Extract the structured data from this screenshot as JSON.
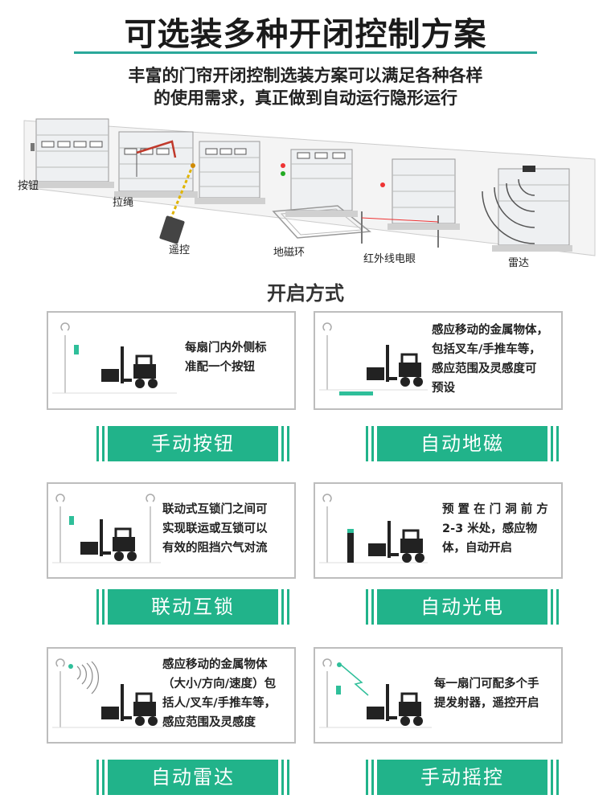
{
  "header": {
    "title": "可选装多种开闭控制方案",
    "subtitle_line1": "丰富的门帘开闭控制选装方案可以满足各种各样",
    "subtitle_line2": "的使用需求，真正做到自动运行隐形运行"
  },
  "scene": {
    "labels": [
      "按钮",
      "拉绳",
      "遥控",
      "地磁环",
      "红外线电眼",
      "雷达"
    ]
  },
  "section": {
    "heading": "开启方式"
  },
  "modes": [
    {
      "label": "手动按钮",
      "desc": [
        "每扇门内外侧标",
        "准配一个按钮"
      ]
    },
    {
      "label": "自动地磁",
      "desc": [
        "感应移动的金属物体，",
        "包括叉车/手推车等，",
        "感应范围及灵感度可",
        "预设"
      ]
    },
    {
      "label": "联动互锁",
      "desc": [
        "联动式互锁门之间可",
        "实现联运或互锁可以",
        "有效的阻挡穴气对流"
      ]
    },
    {
      "label": "自动光电",
      "desc": [
        "预 置 在 门 洞 前 方",
        "2-3 米处，感应物",
        "体，自动开启"
      ]
    },
    {
      "label": "自动雷达",
      "desc": [
        "感应移动的金属物体",
        "（大小/方向/速度）包",
        "括人/叉车/手推车等，",
        "感应范围及灵感度"
      ]
    },
    {
      "label": "手动摇控",
      "desc": [
        "每一扇门可配多个手",
        "提发射器，遥控开启"
      ]
    }
  ],
  "colors": {
    "accent": "#21b38a",
    "rule": "#2aa89a",
    "sensor": "#2fbf9a"
  }
}
